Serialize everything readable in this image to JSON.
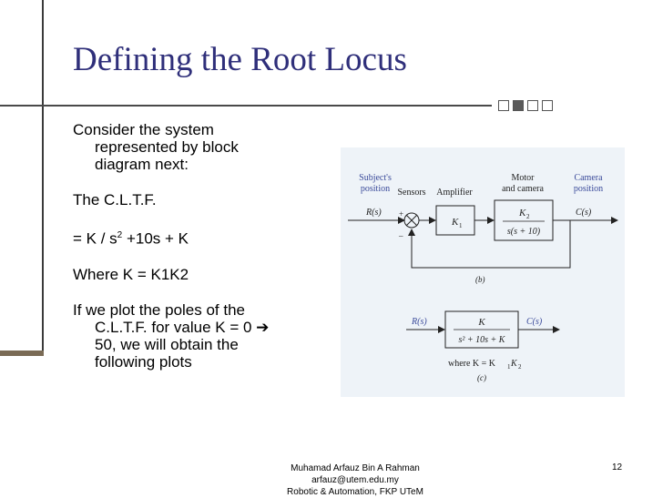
{
  "slide": {
    "title": "Defining the Root Locus",
    "bullets": [
      {
        "first": "Consider the system",
        "rest": [
          "represented by block",
          "diagram next:"
        ]
      },
      {
        "first": "The C.L.T.F.",
        "rest": []
      },
      {
        "first": "= K / s",
        "sup": "2",
        "after": " +10s + K",
        "rest": []
      },
      {
        "first": "Where K = K1K2",
        "rest": []
      },
      {
        "first": "If we plot the poles of the",
        "rest": [
          "C.L.T.F. for value K = 0 ➔",
          "50, we will obtain the",
          "following plots"
        ]
      }
    ],
    "footer": {
      "line1": "Muhamad Arfauz Bin A Rahman",
      "line2": "arfauz@utem.edu.my",
      "line3": "Robotic & Automation, FKP UTeM",
      "page_number": "12"
    }
  },
  "diagram": {
    "labels": {
      "subject_position_1": "Subject's",
      "subject_position_2": "position",
      "sensors": "Sensors",
      "amplifier": "Amplifier",
      "motor_1": "Motor",
      "motor_2": "and camera",
      "camera_position_1": "Camera",
      "camera_position_2": "position",
      "input": "R(s)",
      "plus": "+",
      "minus": "–",
      "k1": "K",
      "k1_sub": "1",
      "k2": "K",
      "k2_sub": "2",
      "plant_den": "s(s + 10)",
      "output": "C(s)",
      "label_b": "(b)",
      "reduced_input": "R(s)",
      "reduced_num": "K",
      "reduced_den": "s² + 10s + K",
      "reduced_output": "C(s)",
      "where": "where K = K",
      "where_sub1": "1",
      "where_k2": "K",
      "where_sub2": "2",
      "label_c": "(c)"
    },
    "colors": {
      "label_blue": "#3a4a9a",
      "line": "#222222",
      "background": "#eef3f8"
    }
  }
}
